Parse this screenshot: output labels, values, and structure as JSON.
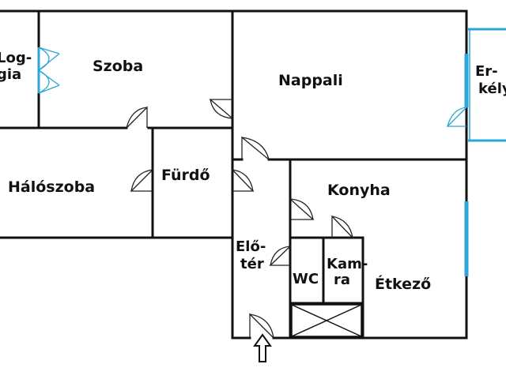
{
  "colors": {
    "wall": "#111111",
    "window": "#2aa7d8",
    "door": "#222222",
    "background": "#ffffff"
  },
  "rooms": {
    "loggia": {
      "line1": "Log-",
      "line2": "gia"
    },
    "szoba": "Szoba",
    "nappali": "Nappali",
    "erkely": {
      "line1": "Er-",
      "line2": "kély"
    },
    "haloszoba": "Hálószoba",
    "furdo": "Fürdő",
    "konyha": "Konyha",
    "eloter": {
      "line1": "Elő-",
      "line2": "tér"
    },
    "wc": "WC",
    "kamra": {
      "line1": "Kam-",
      "line2": "ra"
    },
    "etkezo": "Étkező"
  },
  "icons": {
    "entrance": "entrance-arrow-icon"
  }
}
